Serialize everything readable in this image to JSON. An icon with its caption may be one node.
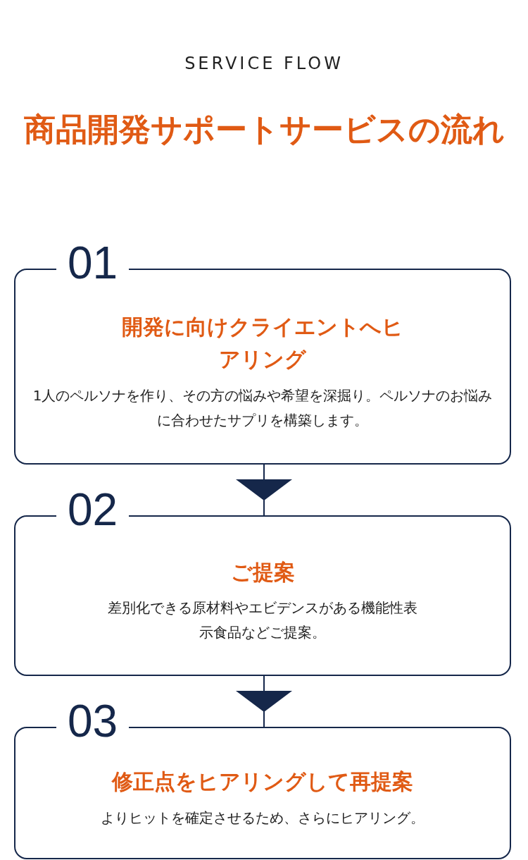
{
  "diagram": {
    "title": "商品開発サポートサービスの流れ",
    "labels": [
      "SERVICE FLOW"
    ],
    "nodes": [
      {
        "text": [
          "01",
          "開発に向けクライエントへヒアリング",
          "1人のペルソナを作り、その方の悩みや希望を深掘り。ペルソナのお悩みに合わせたサプリを構築します。"
        ]
      },
      {
        "text": [
          "02",
          "ご提案",
          "差別化できる原材料やエビデンスがある機能性表示食品などご提案。"
        ]
      },
      {
        "text": [
          "03",
          "修正点をヒアリングして再提案",
          "よりヒットを確定させるため、さらにヒアリング。"
        ]
      }
    ],
    "edges": [
      {
        "from": 0,
        "to": 1,
        "arrow": "to"
      },
      {
        "from": 1,
        "to": 2,
        "arrow": "to"
      }
    ]
  }
}
